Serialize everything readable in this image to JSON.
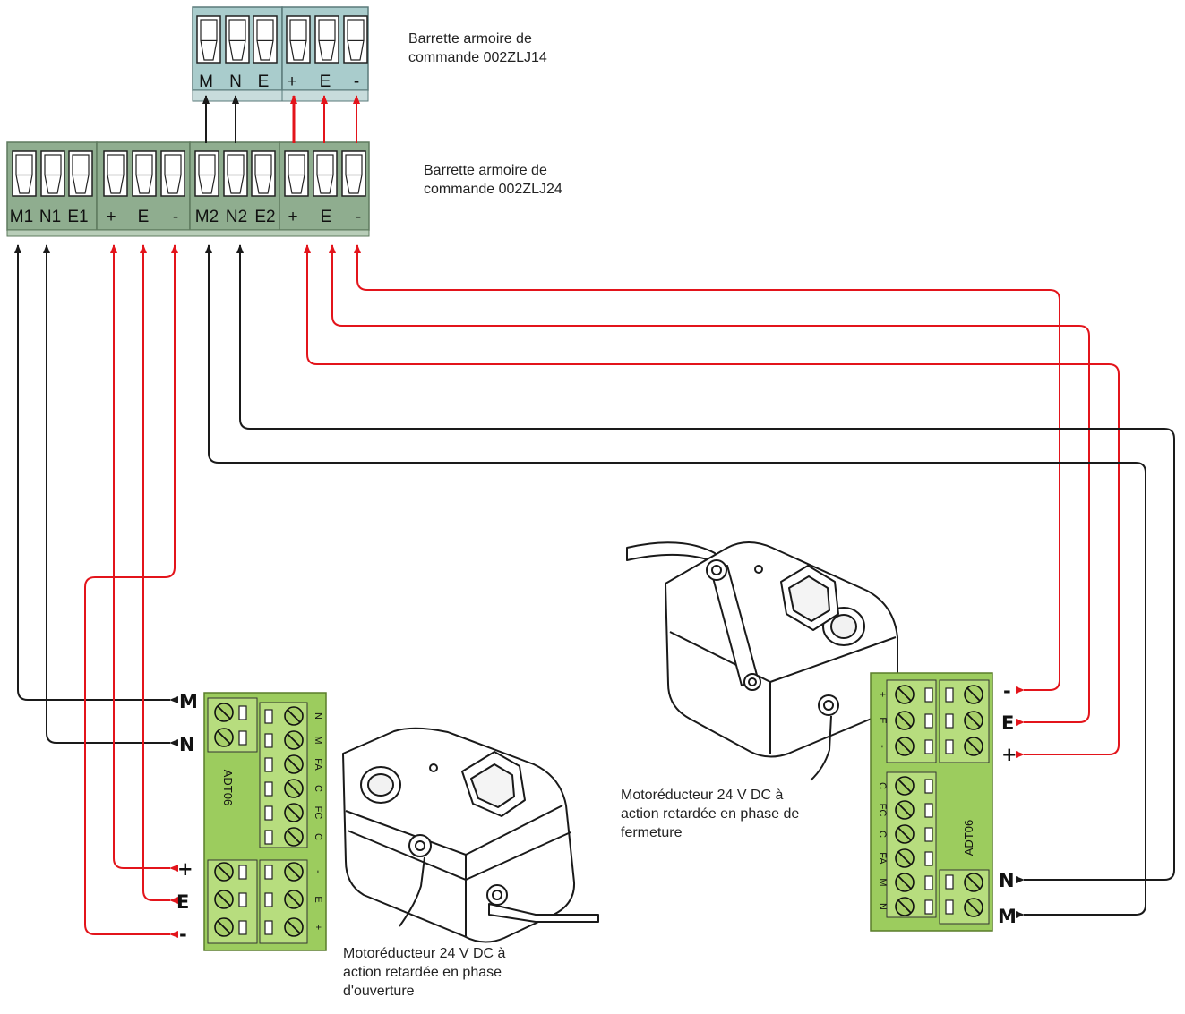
{
  "captions": {
    "strip14": [
      "Barrette armoire de",
      "commande 002ZLJ14"
    ],
    "strip24": [
      "Barrette armoire de",
      "commande 002ZLJ24"
    ],
    "motor_opening": [
      "Motoréducteur 24 V DC  à",
      "action retardée en phase",
      "d'ouverture"
    ],
    "motor_closing": [
      "Motoréducteur 24 V DC  à",
      "action retardée en phase de",
      "fermeture"
    ]
  },
  "strip_002ZLJ14": {
    "terminals": [
      "M",
      "N",
      "E",
      "+",
      "E",
      "-"
    ]
  },
  "strip_002ZLJ24": {
    "terminals": [
      "M1",
      "N1",
      "E1",
      "+",
      "E",
      "-",
      "M2",
      "N2",
      "E2",
      "+",
      "E",
      "-"
    ]
  },
  "motor_left": {
    "board_label": "ADT06",
    "wire_labels": [
      "M",
      "N",
      "+",
      "E",
      "-"
    ],
    "motor_terminals": [
      "N",
      "M",
      "FA",
      "C",
      "FC",
      "C"
    ],
    "encoder_terminals": [
      "-",
      "E",
      "+"
    ]
  },
  "motor_right": {
    "board_label": "ADT06",
    "wire_labels": [
      "-",
      "E",
      "+",
      "N",
      "M"
    ],
    "encoder_terminals": [
      "+",
      "E",
      "-"
    ],
    "motor_terminals": [
      "C",
      "FC",
      "C",
      "FA",
      "M",
      "N"
    ]
  },
  "colors": {
    "motor_wire": "#1a1a1a",
    "encoder_wire": "#e3141b",
    "strip14_fill": "#a9cccc",
    "strip24_fill": "#8fad8f",
    "board_fill": "#9ccc5e"
  }
}
